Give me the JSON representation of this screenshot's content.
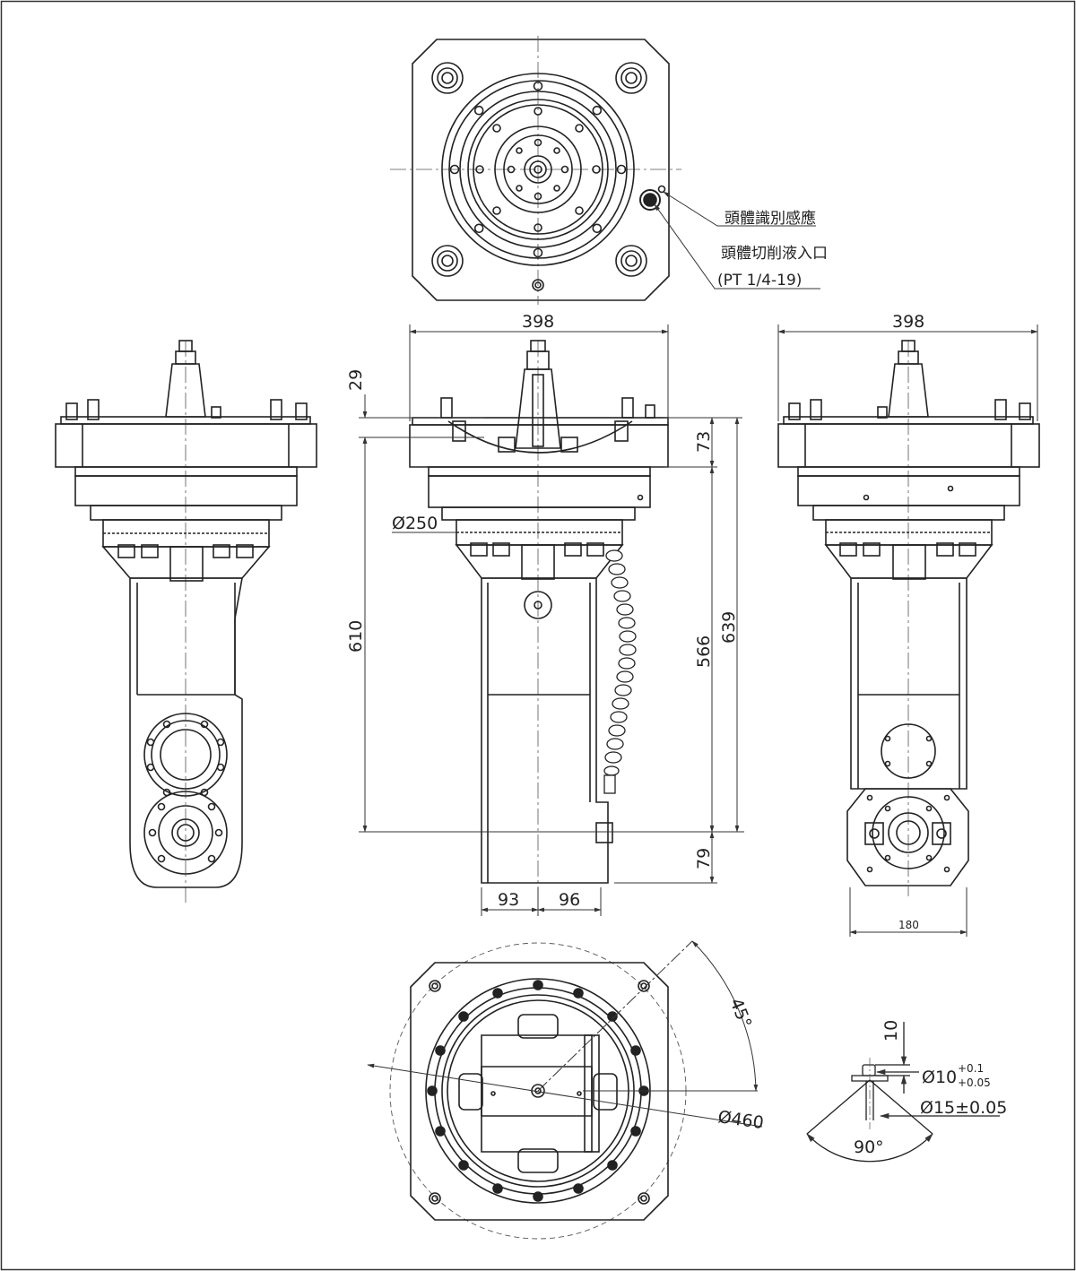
{
  "labels": {
    "sensor": "頭體識別感應",
    "coolant": "頭體切削液入口",
    "thread": "(PT 1/4-19)"
  },
  "dimensions": {
    "width_left": "398",
    "width_right": "398",
    "d29": "29",
    "d73": "73",
    "d610": "610",
    "d566": "566",
    "d639": "639",
    "d79": "79",
    "dia250": "Ø250",
    "d93": "93",
    "d96": "96",
    "d180": "180",
    "angle45": "45°",
    "dia460": "Ø460",
    "d10": "10",
    "dia10": "Ø10",
    "tol_upper": "+0.1",
    "tol_lower": "+0.05",
    "dia15": "Ø15±0.05",
    "angle90": "90°"
  }
}
